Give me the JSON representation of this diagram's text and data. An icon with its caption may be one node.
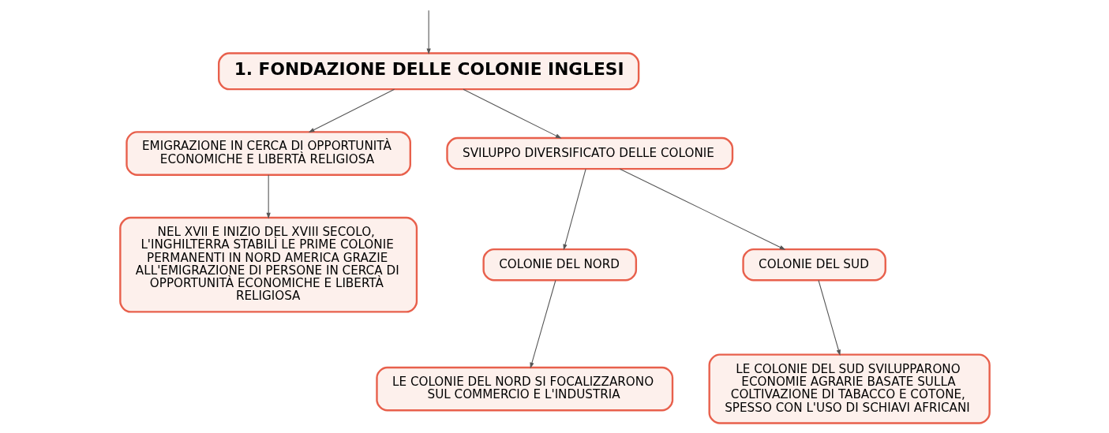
{
  "diagram": {
    "nodes": [
      {
        "text": [
          "1. FONDAZIONE DELLE COLONIE INGLESI"
        ]
      },
      {
        "text": [
          "EMIGRAZIONE IN CERCA DI OPPORTUNITÀ ECONOMICHE E LIBERTÀ RELIGIOSA"
        ]
      },
      {
        "text": [
          "NEL XVII E INIZIO DEL XVIII SECOLO, L'INGHILTERRA STABILÌ LE PRIME COLONIE PERMANENTI IN NORD AMERICA GRAZIE ALL'EMIGRAZIONE DI PERSONE IN CERCA DI OPPORTUNITÀ ECONOMICHE E LIBERTÀ RELIGIOSA"
        ]
      },
      {
        "text": [
          "SVILUPPO DIVERSIFICATO DELLE COLONIE"
        ]
      },
      {
        "text": [
          "COLONIE DEL NORD"
        ]
      },
      {
        "text": [
          "LE COLONIE DEL NORD SI FOCALIZZARONO SUL COMMERCIO E L'INDUSTRIA"
        ]
      },
      {
        "text": [
          "COLONIE DEL SUD"
        ]
      },
      {
        "text": [
          "LE COLONIE DEL SUD SVILUPPARONO ECONOMIE AGRARIE BASATE SULLA COLTIVAZIONE DI TABACCO E COTONE, SPESSO CON L'USO DI SCHIAVI AFRICANI"
        ]
      }
    ],
    "edges": [
      {
        "from": null,
        "to": 0,
        "arrow": "to"
      },
      {
        "from": 0,
        "to": 1,
        "arrow": "to"
      },
      {
        "from": 0,
        "to": 3,
        "arrow": "to"
      },
      {
        "from": 1,
        "to": 2,
        "arrow": "to"
      },
      {
        "from": 3,
        "to": 4,
        "arrow": "to"
      },
      {
        "from": 3,
        "to": 6,
        "arrow": "to"
      },
      {
        "from": 4,
        "to": 5,
        "arrow": "to"
      },
      {
        "from": 6,
        "to": 7,
        "arrow": "to"
      }
    ]
  }
}
